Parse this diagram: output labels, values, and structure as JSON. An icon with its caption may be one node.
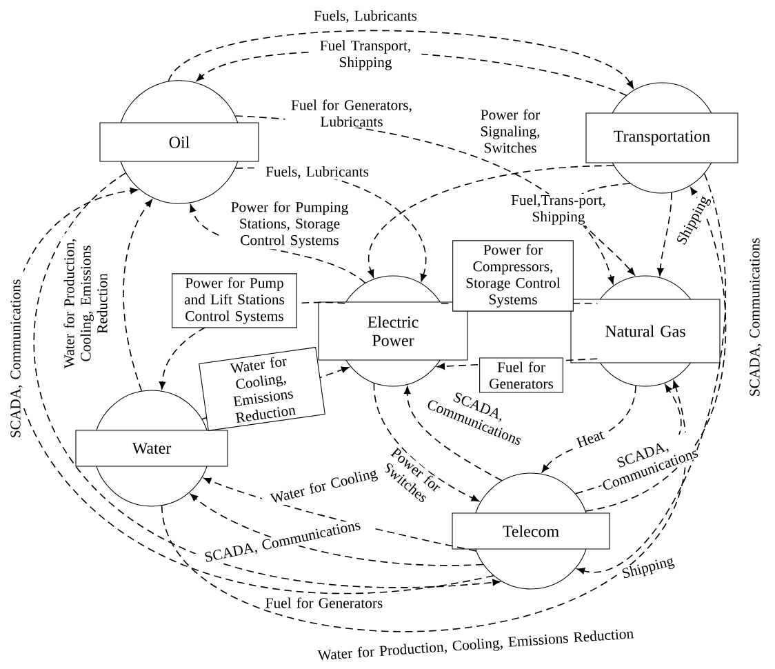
{
  "diagram": {
    "nodes": [
      {
        "text": [
          "Oil"
        ]
      },
      {
        "text": [
          "Transportation"
        ]
      },
      {
        "text": [
          "Electric Power"
        ]
      },
      {
        "text": [
          "Natural Gas"
        ]
      },
      {
        "text": [
          "Water"
        ]
      },
      {
        "text": [
          "Telecom"
        ]
      }
    ],
    "edges": [
      {
        "from": 0,
        "to": 1,
        "arrow": "to",
        "label": "Fuels, Lubricants"
      },
      {
        "from": 1,
        "to": 0,
        "arrow": "to",
        "label": "Fuel Transport, Shipping"
      },
      {
        "from": 0,
        "to": 3,
        "arrow": "to",
        "label": "Fuel for Generators, Lubricants"
      },
      {
        "from": 0,
        "to": 2,
        "arrow": "to",
        "label": "Fuels, Lubricants"
      },
      {
        "from": 2,
        "to": 0,
        "arrow": "to",
        "label": "Power for Pumping Stations, Storage Control Systems"
      },
      {
        "from": 1,
        "to": 2,
        "arrow": "to",
        "label": "Power for Signaling, Switches"
      },
      {
        "from": 1,
        "to": 3,
        "arrow": "to",
        "label": "Fuel,Trans-port, Shipping"
      },
      {
        "from": 1,
        "to": 3,
        "arrow": "to",
        "label": "Shipping"
      },
      {
        "from": 2,
        "to": 3,
        "arrow": "none",
        "label": "Power for Compressors, Storage Control Systems"
      },
      {
        "from": 2,
        "to": 4,
        "arrow": "to",
        "label": "Power for Pump and Lift Stations Control Systems"
      },
      {
        "from": 4,
        "to": 2,
        "arrow": "to",
        "label": "Water for Cooling, Emissions Reduction"
      },
      {
        "from": 3,
        "to": 2,
        "arrow": "to",
        "label": "Fuel for Generators"
      },
      {
        "from": 5,
        "to": 2,
        "arrow": "to",
        "label": "SCADA, Communications"
      },
      {
        "from": 2,
        "to": 5,
        "arrow": "to",
        "label": "Power for Switches"
      },
      {
        "from": 3,
        "to": 5,
        "arrow": "to",
        "label": "Heat"
      },
      {
        "from": 5,
        "to": 3,
        "arrow": "to",
        "label": "SCADA, Communications"
      },
      {
        "from": 5,
        "to": 4,
        "arrow": "to",
        "label": "Water for Cooling"
      },
      {
        "from": 5,
        "to": 4,
        "arrow": "to",
        "label": "SCADA, Communications"
      },
      {
        "from": 0,
        "to": 5,
        "arrow": "to",
        "label": "Fuel for Generators"
      },
      {
        "from": 5,
        "to": 0,
        "arrow": "to",
        "label": "SCADA, Communications"
      },
      {
        "from": 4,
        "to": 0,
        "arrow": "to",
        "label": "Water for Production, Cooling, Emissions Reduction"
      },
      {
        "from": 1,
        "to": 5,
        "arrow": "to",
        "label": "Shipping"
      },
      {
        "from": 5,
        "to": 1,
        "arrow": "to",
        "label": "SCADA, Communications"
      },
      {
        "from": 4,
        "to": 3,
        "arrow": "to",
        "label": "Water for Production, Cooling, Emissions Reduction"
      }
    ]
  }
}
